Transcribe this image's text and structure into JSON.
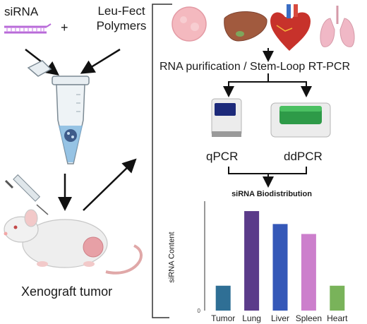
{
  "left_panel": {
    "sirna_label": "siRNA",
    "plus_sign": "+",
    "polymer_line1": "Leu-Fect",
    "polymer_line2": "Polymers",
    "model_label": "Xenograft tumor"
  },
  "right_panel": {
    "organs": [
      "tumor-icon",
      "liver-icon",
      "heart-icon",
      "lung-icon"
    ],
    "method_label": "RNA purification / Stem-Loop RT-PCR",
    "qpcr_label": "qPCR",
    "ddpcr_label": "ddPCR"
  },
  "chart_data": {
    "type": "bar",
    "title": "siRNA Biodistribution",
    "ylabel": "siRNA Content",
    "xlabel": "",
    "categories": [
      "Tumor",
      "Lung",
      "Liver",
      "Spleen",
      "Heart"
    ],
    "values": [
      0.25,
      1.0,
      0.87,
      0.77,
      0.25
    ],
    "yticks": [
      "0"
    ],
    "ylim": [
      0,
      1.05
    ],
    "colors": [
      "#2f6f95",
      "#5b3b8a",
      "#3558b8",
      "#cc7fcc",
      "#79b35a"
    ],
    "grid": false
  }
}
